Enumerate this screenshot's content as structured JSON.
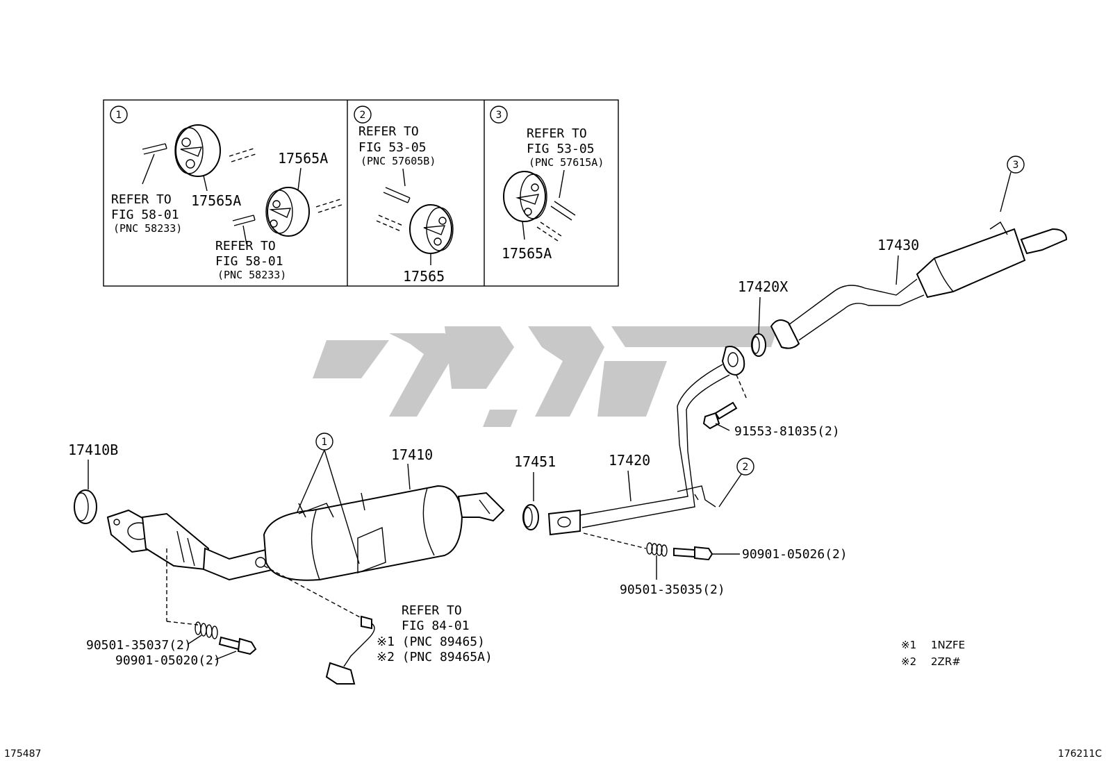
{
  "colors": {
    "line": "#000000",
    "watermark": "#c8c8c8",
    "background": "#ffffff"
  },
  "inset": {
    "panel1": {
      "marker": "1",
      "part_top": "17565A",
      "part_right": "17565A",
      "refer_a": {
        "line1": "REFER TO",
        "line2": "FIG 58-01",
        "line3": "(PNC 58233)"
      },
      "refer_b": {
        "line1": "REFER TO",
        "line2": "FIG 58-01",
        "line3": "(PNC 58233)"
      }
    },
    "panel2": {
      "marker": "2",
      "refer": {
        "line1": "REFER TO",
        "line2": "FIG 53-05",
        "line3": "(PNC 57605B)"
      },
      "part": "17565"
    },
    "panel3": {
      "marker": "3",
      "refer": {
        "line1": "REFER TO",
        "line2": "FIG 53-05",
        "line3": "(PNC 57615A)"
      },
      "part": "17565A"
    }
  },
  "parts": {
    "p17410B": "17410B",
    "p17410": "17410",
    "p17451": "17451",
    "p17420": "17420",
    "p17420X": "17420X",
    "p17430": "17430",
    "bolt_91553": "91553-81035(2)",
    "bolt_90901_26": "90901-05026(2)",
    "spring_90501_35": "90501-35035(2)",
    "spring_90501_37": "90501-35037(2)",
    "bolt_90901_20": "90901-05020(2)"
  },
  "callouts": {
    "c1": "1",
    "c2": "2",
    "c3": "3"
  },
  "sensor_ref": {
    "line1": "REFER TO",
    "line2": "FIG 84-01",
    "line3": "※1 (PNC 89465)",
    "line4": "※2 (PNC 89465A)"
  },
  "legend": [
    {
      "mark": "※1",
      "text": "1NZFE"
    },
    {
      "mark": "※2",
      "text": "2ZR#"
    }
  ],
  "corner_left": "175487",
  "corner_right": "176211C"
}
